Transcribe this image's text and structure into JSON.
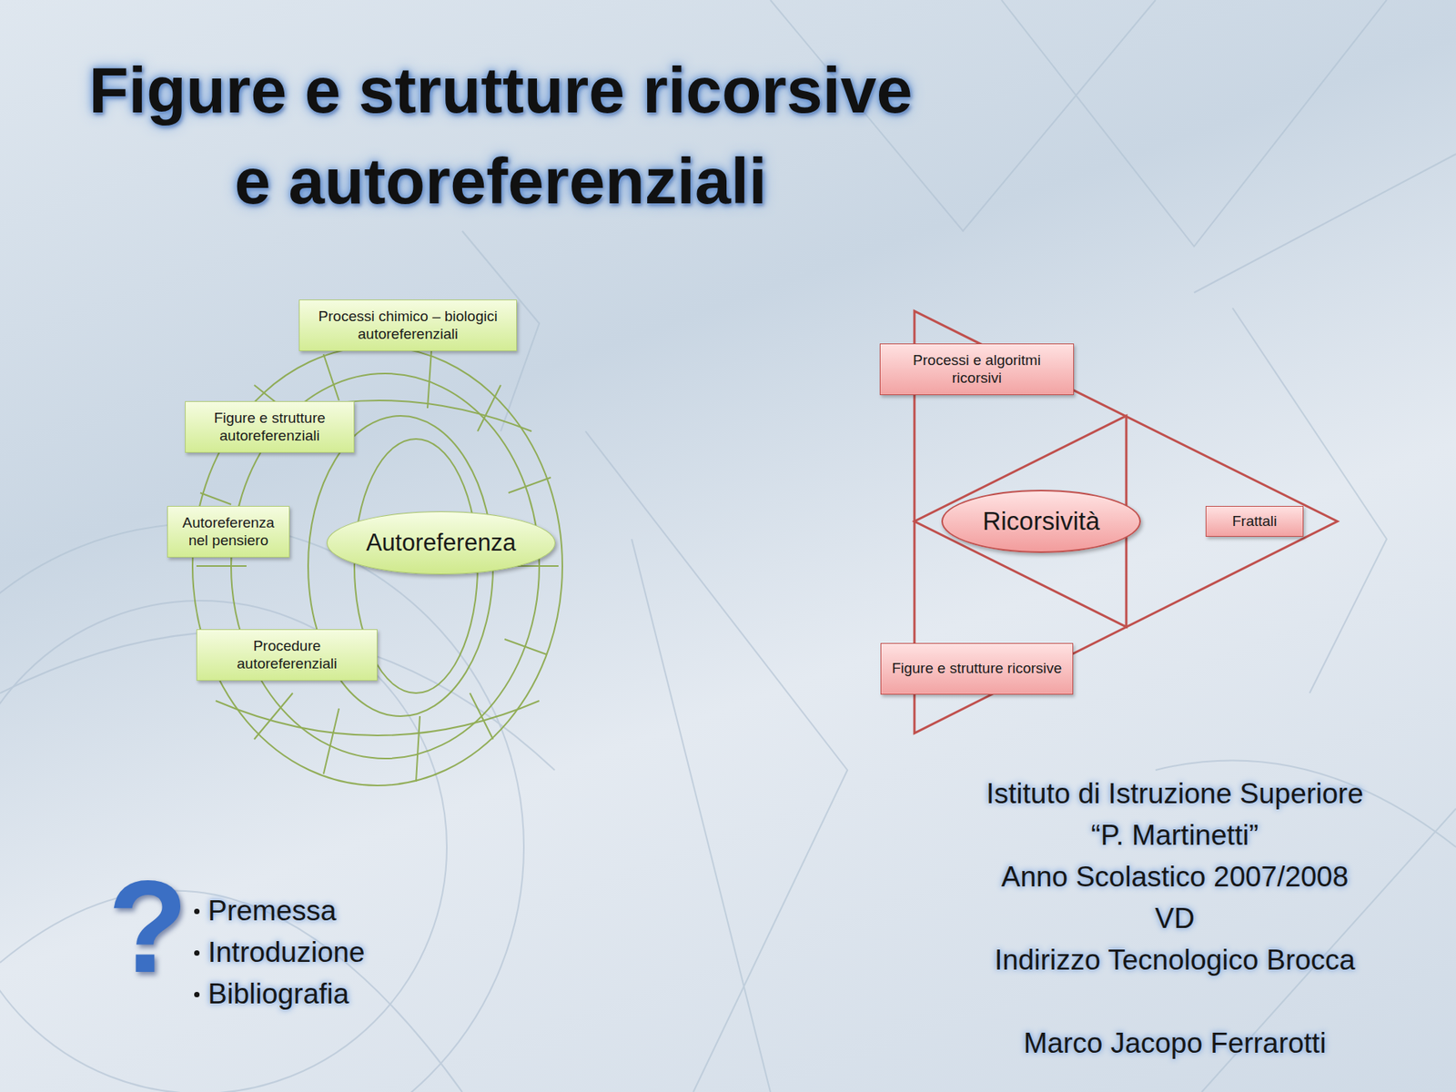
{
  "diagram": {
    "title": "Figure e strutture ricorsive e autoreferenziali",
    "nodes": [
      {
        "text": [
          "Processi chimico – biologici autoreferenziali"
        ]
      },
      {
        "text": [
          "Figure e strutture autoreferenziali"
        ]
      },
      {
        "text": [
          "Autoreferenza nel pensiero"
        ]
      },
      {
        "text": [
          "Autoreferenza"
        ]
      },
      {
        "text": [
          "Procedure autoreferenziali"
        ]
      },
      {
        "text": [
          "Processi e algoritmi ricorsivi"
        ]
      },
      {
        "text": [
          "Ricorsività"
        ]
      },
      {
        "text": [
          "Frattali"
        ]
      },
      {
        "text": [
          "Figure e strutture ricorsive"
        ]
      }
    ],
    "labels": [
      "?",
      "Premessa",
      "Introduzione",
      "Bibliografia",
      "Istituto di Istruzione Superiore",
      "“P. Martinetti”",
      "Anno Scolastico 2007/2008",
      "VD",
      "Indirizzo Tecnologico Brocca",
      "Marco Jacopo Ferrarotti"
    ]
  }
}
